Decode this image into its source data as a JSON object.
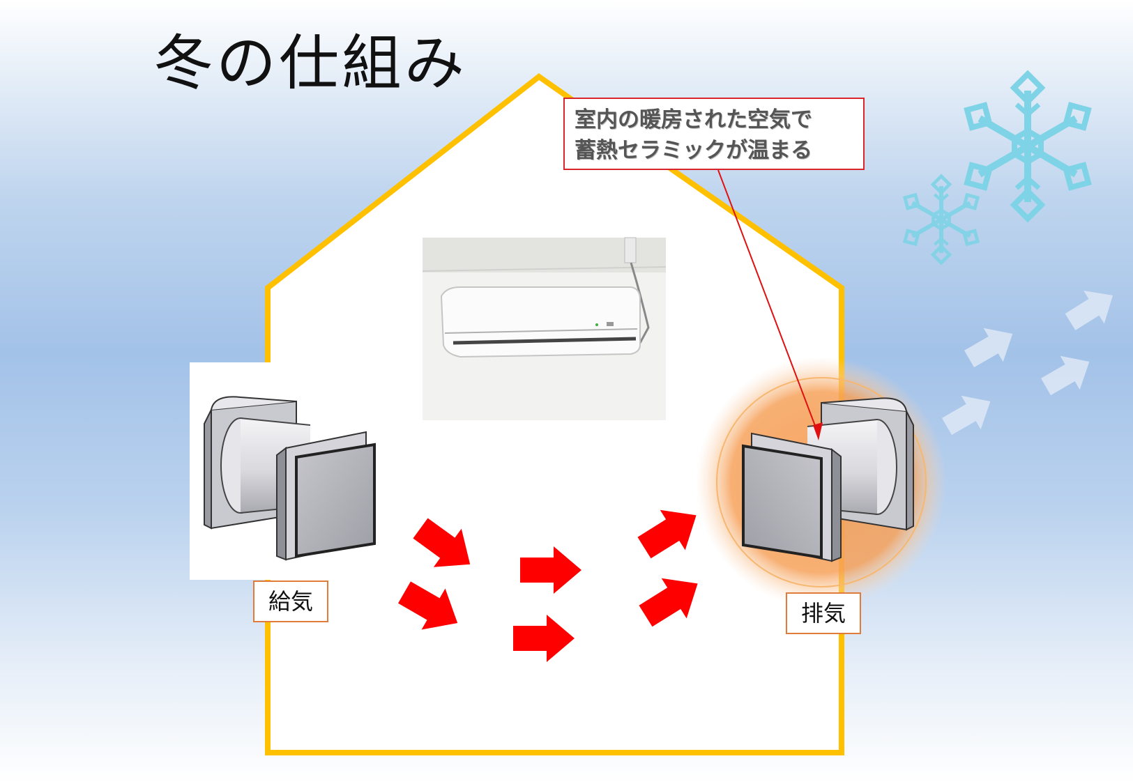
{
  "title": "冬の仕組み",
  "callout": {
    "line1": "室内の暖房された空気で",
    "line2": "蓄熱セラミックが温まる"
  },
  "labels": {
    "supply": "給気",
    "exhaust": "排気"
  },
  "colors": {
    "house_outline": "#ffc000",
    "arrow": "#ff0000",
    "callout_border": "#d9252a",
    "label_border": "#e07b39",
    "glow": "#f6a15a",
    "snowflake": "#7fd3e6",
    "outside_arrow": "#dde8f6"
  },
  "icons": [
    "snowflake-icon",
    "arrow-right-icon",
    "air-conditioner-image",
    "ventilation-fan-image"
  ]
}
